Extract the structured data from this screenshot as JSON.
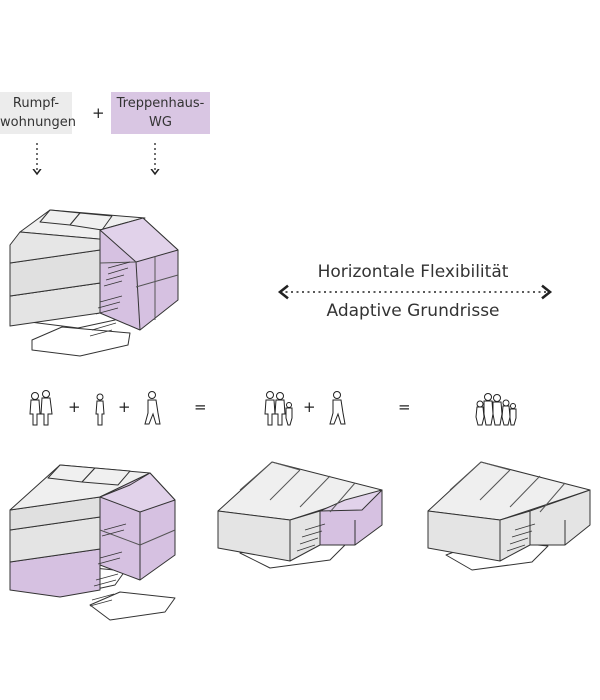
{
  "legend": {
    "rumpf_line1": "Rumpf-",
    "rumpf_line2": "wohnungen",
    "plus": "+",
    "treppen_line1": "Treppenhaus-",
    "treppen_line2": "WG"
  },
  "flex": {
    "top_label": "Horizontale Flexibilität",
    "bottom_label": "Adaptive Grundrisse"
  },
  "equation": {
    "plus1": "+",
    "plus2": "+",
    "equals1": "=",
    "plus3": "+",
    "equals2": "="
  },
  "colors": {
    "grey_module": "#e6e6e6",
    "purple_module": "#d6c1e1",
    "line": "#333333"
  }
}
